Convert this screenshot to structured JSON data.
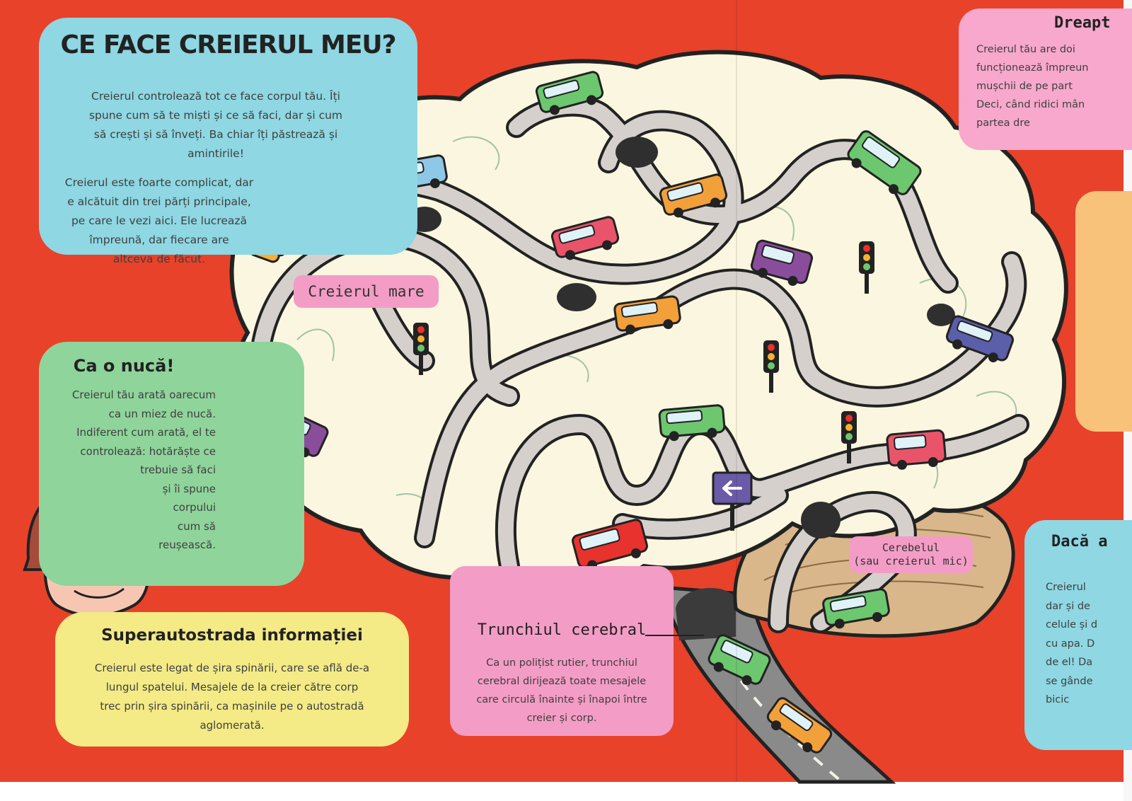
{
  "colors": {
    "background": "#e8422a",
    "blue_box": "#8ed7e3",
    "green_box": "#8fd49b",
    "yellow_box": "#f4ea86",
    "pink_box": "#f39cc6",
    "right_pink_box": "#f7a8cc",
    "right_orange_tab": "#f8c27a",
    "brain_fill": "#fbf6df",
    "road": "#d5d0cc",
    "cerebellum": "#d9b78a",
    "spinal_road": "#8a8a8a"
  },
  "intro": {
    "title": "CE FACE CREIERUL MEU?",
    "paragraph1": "Creierul controlează tot ce face corpul tău. Îți\nspune cum să te miști și ce să faci, dar și cum\nsă crești și să înveți. Ba chiar îți păstrează și\namintirile!",
    "paragraph2": "Creierul este foarte complicat, dar\ne alcătuit din trei părți principale,\npe care le vezi aici. Ele lucrează\nîmpreună, dar fiecare are\naltceva de făcut."
  },
  "nut": {
    "title": "Ca o nucă!",
    "text": "Creierul tău arată oarecum\nca un miez de nucă.\nIndiferent cum arată, el te\ncontrolează: hotărăște ce\ntrebuie să faci\nși îi spune\ncorpului\ncum să\nreușească."
  },
  "highway": {
    "title": "Superautostrada informației",
    "text": "Creierul este legat de șira spinării, care se află de-a\nlungul spatelui. Mesajele de la creier către corp\ntrec prin șira spinării, ca mașinile pe o autostradă\naglomerată."
  },
  "brainstem": {
    "title": "Trunchiul cerebral",
    "text": "Ca un polițist rutier, trunchiul\ncerebral dirijează toate mesajele\ncare circulă înainte și înapoi între\ncreier și corp."
  },
  "labels": {
    "big_brain": "Creierul mare",
    "cerebellum_line1": "Cerebelul",
    "cerebellum_line2": "(sau creierul mic)"
  },
  "right_top": {
    "title": "Dreapt",
    "text": "Creierul tău are doi\nfuncționează împreun\nmușchii de pe part\nDeci, când ridici mân\npartea dre"
  },
  "right_bottom": {
    "title": "Dacă a",
    "text": "Creierul \ndar și de\ncelule și d\ncu apa. D\nde el! Da\nse gânde\nbicic"
  },
  "cars": [
    {
      "kind": "car",
      "color": "#6cc76f"
    },
    {
      "kind": "car",
      "color": "#8fc8e6"
    },
    {
      "kind": "bus",
      "color": "#f6b133"
    },
    {
      "kind": "car",
      "color": "#f2a03a"
    },
    {
      "kind": "car",
      "color": "#e9546b"
    },
    {
      "kind": "van",
      "color": "#8a4d9c"
    },
    {
      "kind": "truck",
      "color": "#6cc76f"
    },
    {
      "kind": "car",
      "color": "#f2a03a"
    },
    {
      "kind": "car",
      "color": "#5b5ea8"
    },
    {
      "kind": "car",
      "color": "#6cc76f"
    },
    {
      "kind": "van",
      "color": "#8a4d9c"
    },
    {
      "kind": "van",
      "color": "#e9546b"
    },
    {
      "kind": "truck",
      "color": "#e8322e"
    },
    {
      "kind": "car",
      "color": "#6cc76f"
    },
    {
      "kind": "van",
      "color": "#6cc76f"
    },
    {
      "kind": "car",
      "color": "#f2a03a"
    }
  ]
}
